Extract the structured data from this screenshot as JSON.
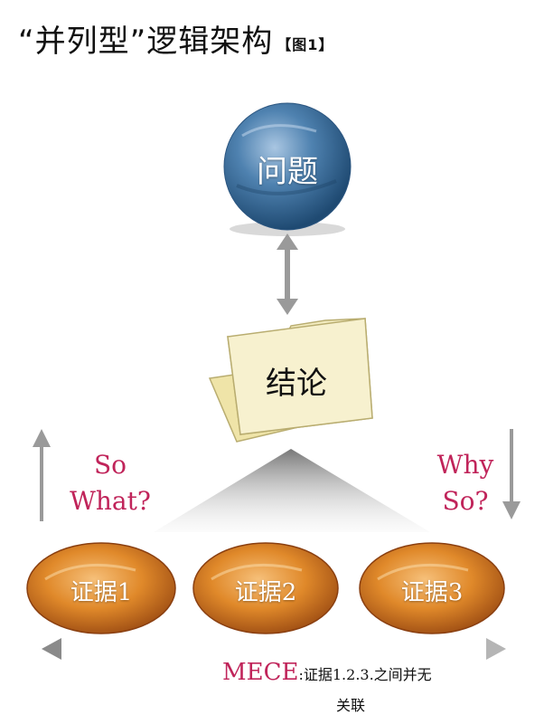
{
  "title": {
    "main": "“并列型”逻辑架构",
    "tag": "【图1】"
  },
  "problem": {
    "label": "问题"
  },
  "conclusion": {
    "label": "结论"
  },
  "left_side": {
    "line1": "So",
    "line2": "What?"
  },
  "right_side": {
    "line1": "Why",
    "line2": "So?"
  },
  "evidence": [
    {
      "label": "证据1"
    },
    {
      "label": "证据2"
    },
    {
      "label": "证据3"
    }
  ],
  "footer": {
    "key": "MECE",
    "separator": ":",
    "text_line1": "证据1.2.3.之间并无",
    "text_line2": "关联"
  },
  "colors": {
    "accent": "#c0245a",
    "problem_blue": "#3b6f9c",
    "evidence_orange": "#e0892a",
    "folder": "#f3ecc0",
    "arrow_gray": "#9a9a9a"
  }
}
